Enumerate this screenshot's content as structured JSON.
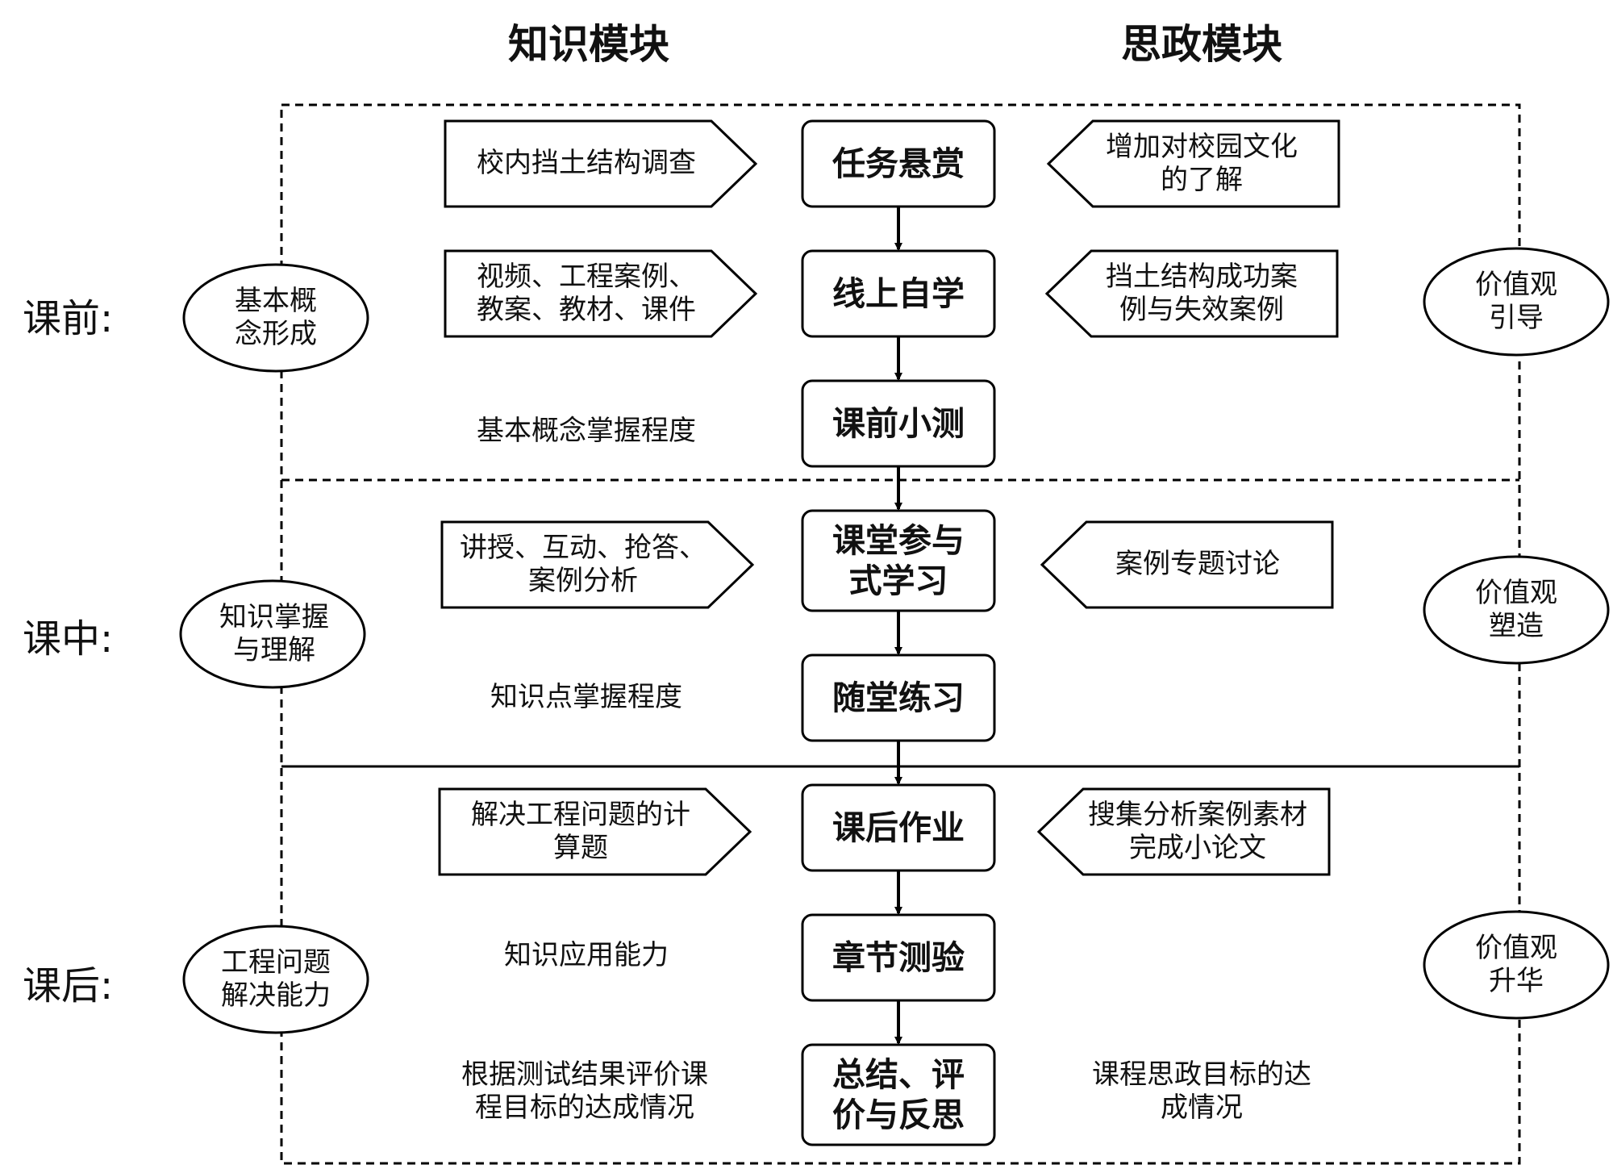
{
  "headers": {
    "knowledge": "知识模块",
    "ideology": "思政模块"
  },
  "phases": [
    {
      "label": "课前:",
      "knowledge_goal": "基本概\n念形成",
      "ideology_goal": "价值观\n引导"
    },
    {
      "label": "课中:",
      "knowledge_goal": "知识掌握\n与理解",
      "ideology_goal": "价值观\n塑造"
    },
    {
      "label": "课后:",
      "knowledge_goal": "工程问题\n解决能力",
      "ideology_goal": "价值观\n升华"
    }
  ],
  "steps": [
    {
      "label": "任务悬赏",
      "knowledge": "校内挡土结构调查",
      "knowledge_shape": "arrow",
      "ideology": "增加对校园文化\n的了解",
      "ideology_shape": "arrow"
    },
    {
      "label": "线上自学",
      "knowledge": "视频、工程案例、\n教案、教材、课件",
      "knowledge_shape": "arrow",
      "ideology": "挡土结构成功案\n例与失效案例",
      "ideology_shape": "arrow"
    },
    {
      "label": "课前小测",
      "knowledge": "基本概念掌握程度",
      "knowledge_shape": "text",
      "ideology": "",
      "ideology_shape": "none"
    },
    {
      "label": "课堂参与\n式学习",
      "knowledge": "讲授、互动、抢答、\n案例分析",
      "knowledge_shape": "arrow",
      "ideology": "案例专题讨论",
      "ideology_shape": "arrow"
    },
    {
      "label": "随堂练习",
      "knowledge": "知识点掌握程度",
      "knowledge_shape": "text",
      "ideology": "",
      "ideology_shape": "none"
    },
    {
      "label": "课后作业",
      "knowledge": "解决工程问题的计\n算题",
      "knowledge_shape": "arrow",
      "ideology": "搜集分析案例素材\n完成小论文",
      "ideology_shape": "arrow"
    },
    {
      "label": "章节测验",
      "knowledge": "知识应用能力",
      "knowledge_shape": "text",
      "ideology": "",
      "ideology_shape": "none"
    },
    {
      "label": "总结、评\n价与反思",
      "knowledge": "根据测试结果评价课\n程目标的达成情况",
      "knowledge_shape": "text",
      "ideology": "课程思政目标的达\n成情况",
      "ideology_shape": "text"
    }
  ]
}
